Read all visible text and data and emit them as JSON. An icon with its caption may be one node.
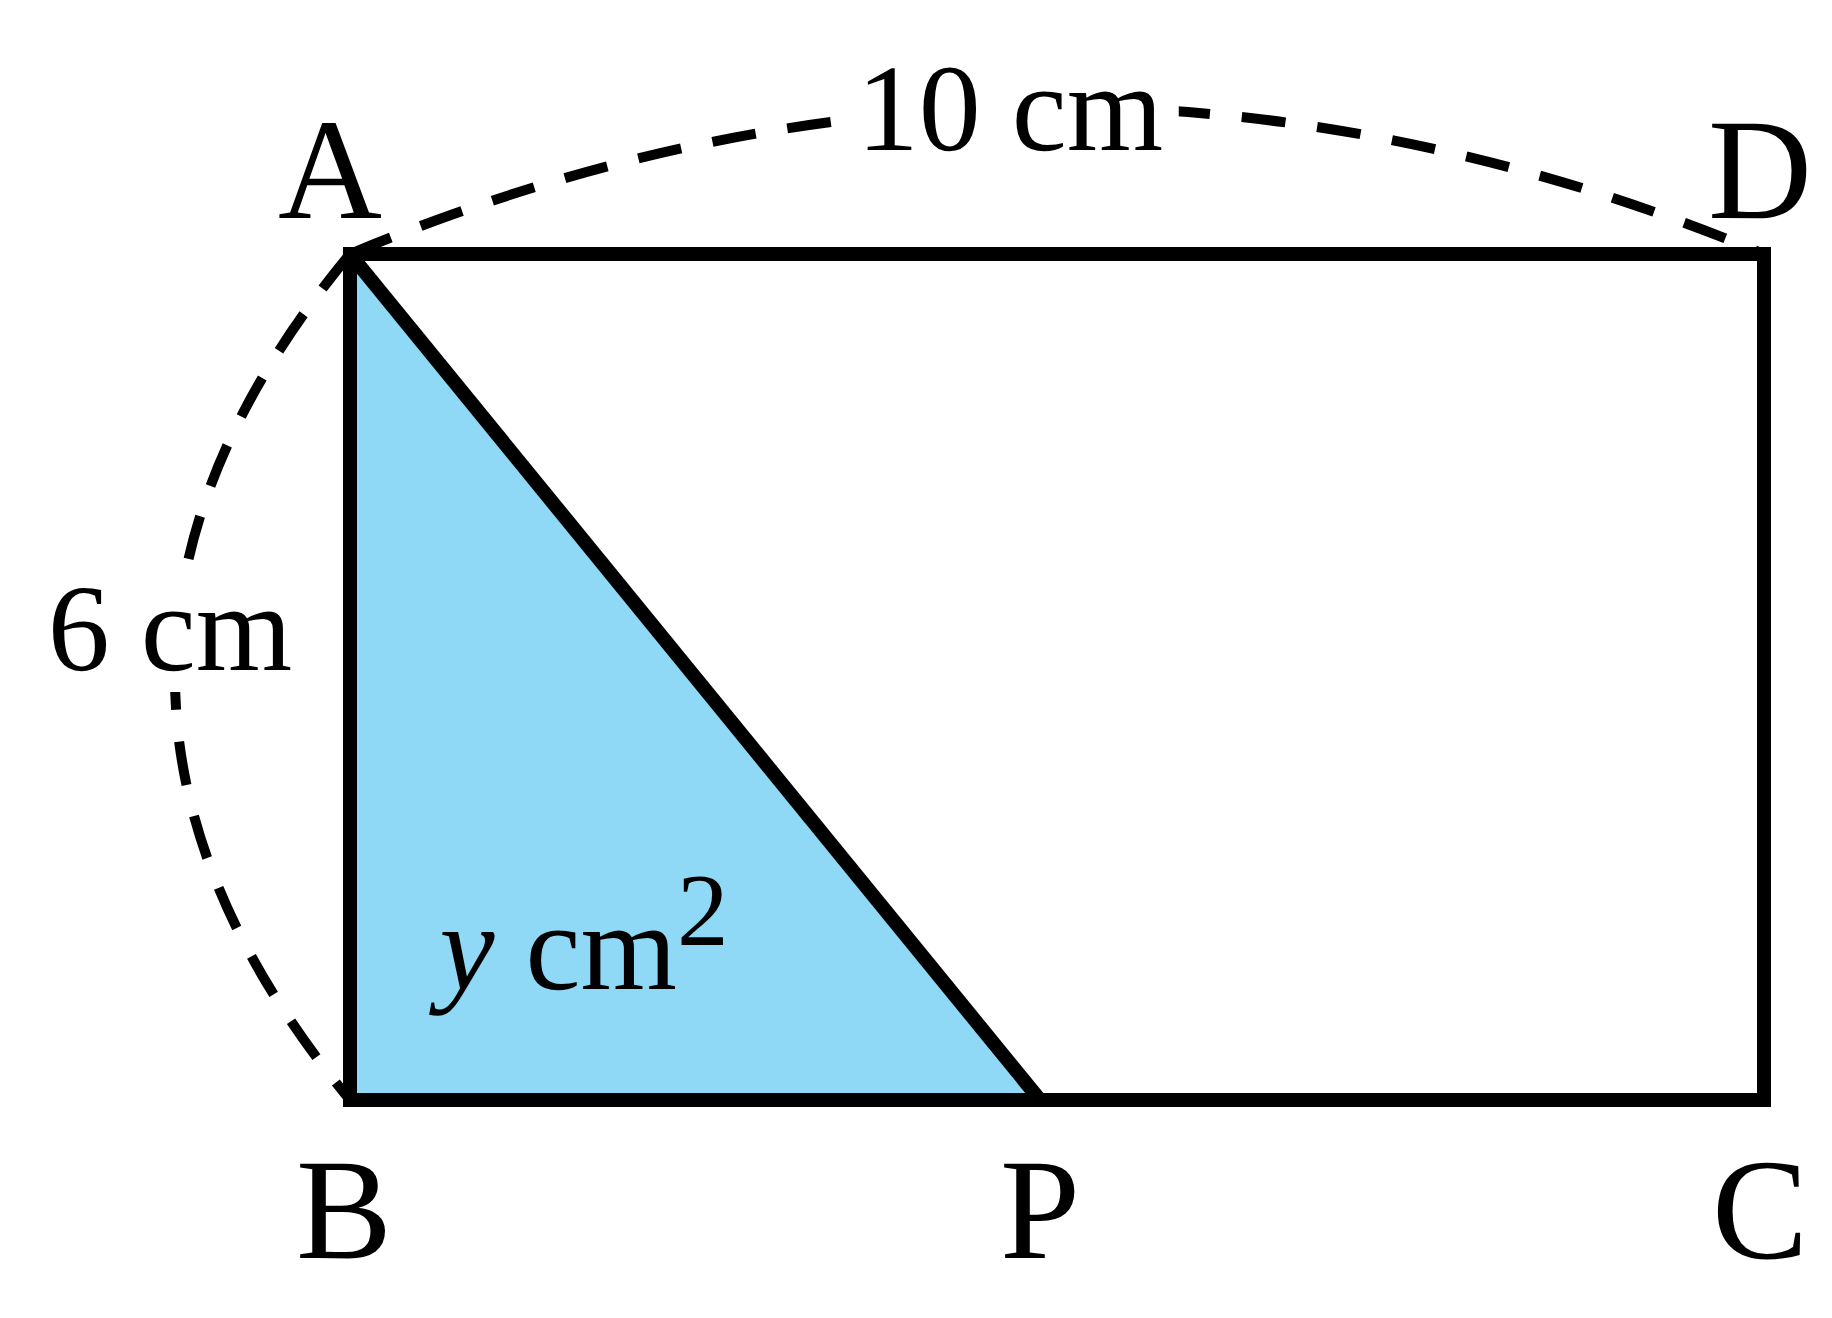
{
  "diagram": {
    "labels": [
      "A",
      "10 cm",
      "D",
      "6 cm",
      "*y* cm$^{2}$",
      "B",
      "P",
      "C"
    ]
  }
}
